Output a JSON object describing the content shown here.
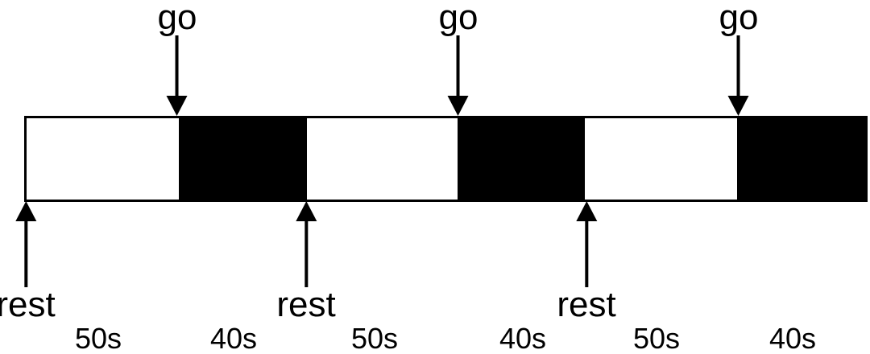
{
  "figure": {
    "type": "block-design-timeline",
    "go_label": "go",
    "rest_label": "rest",
    "colors": {
      "foreground": "#000000",
      "background": "#ffffff",
      "go_block_fill": "#000000",
      "rest_block_fill": "#ffffff"
    },
    "segments": [
      {
        "condition": "rest",
        "duration": "50s"
      },
      {
        "condition": "go",
        "duration": "40s"
      },
      {
        "condition": "rest",
        "duration": "50s"
      },
      {
        "condition": "go",
        "duration": "40s"
      },
      {
        "condition": "rest",
        "duration": "50s"
      },
      {
        "condition": "go",
        "duration": "40s"
      }
    ]
  }
}
